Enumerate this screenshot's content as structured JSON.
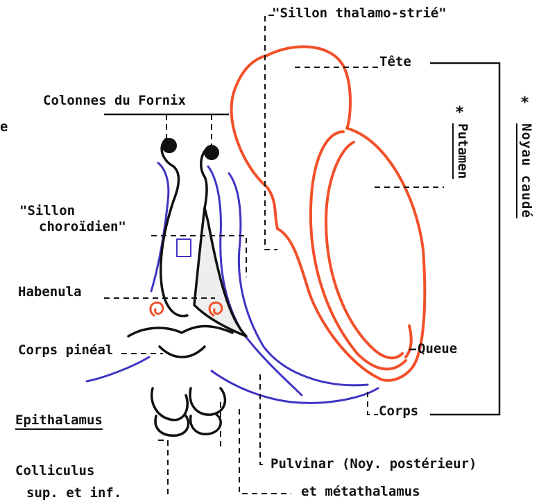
{
  "labels": {
    "sillon_thalamo_strie": "\"Sillon thalamo-strié\"",
    "tete": "Tête",
    "colonnes_fornix": "Colonnes du Fornix",
    "putamen": "Putamen",
    "noyau_caude": "Noyau caudé",
    "asterisk": "*",
    "sillon_choroidien_line1": "\"Sillon",
    "sillon_choroidien_line2": "choroïdien\"",
    "habenula": "Habenula",
    "corps_pineal": "Corps pinéal",
    "queue": "Queue",
    "epithalamus": "Epithalamus",
    "corps": "Corps",
    "colliculus_line1": "Colliculus",
    "colliculus_line2": "sup. et inf.",
    "pulvinar": "Pulvinar (Noy. postérieur)",
    "metathalamus": "et métathalamus",
    "edge_fragment": "e"
  },
  "colors": {
    "caudate_outline": "#f2502a",
    "thalamus_outline": "#3f33c4",
    "structure_outline": "#111111",
    "leader_line": "#111111"
  }
}
